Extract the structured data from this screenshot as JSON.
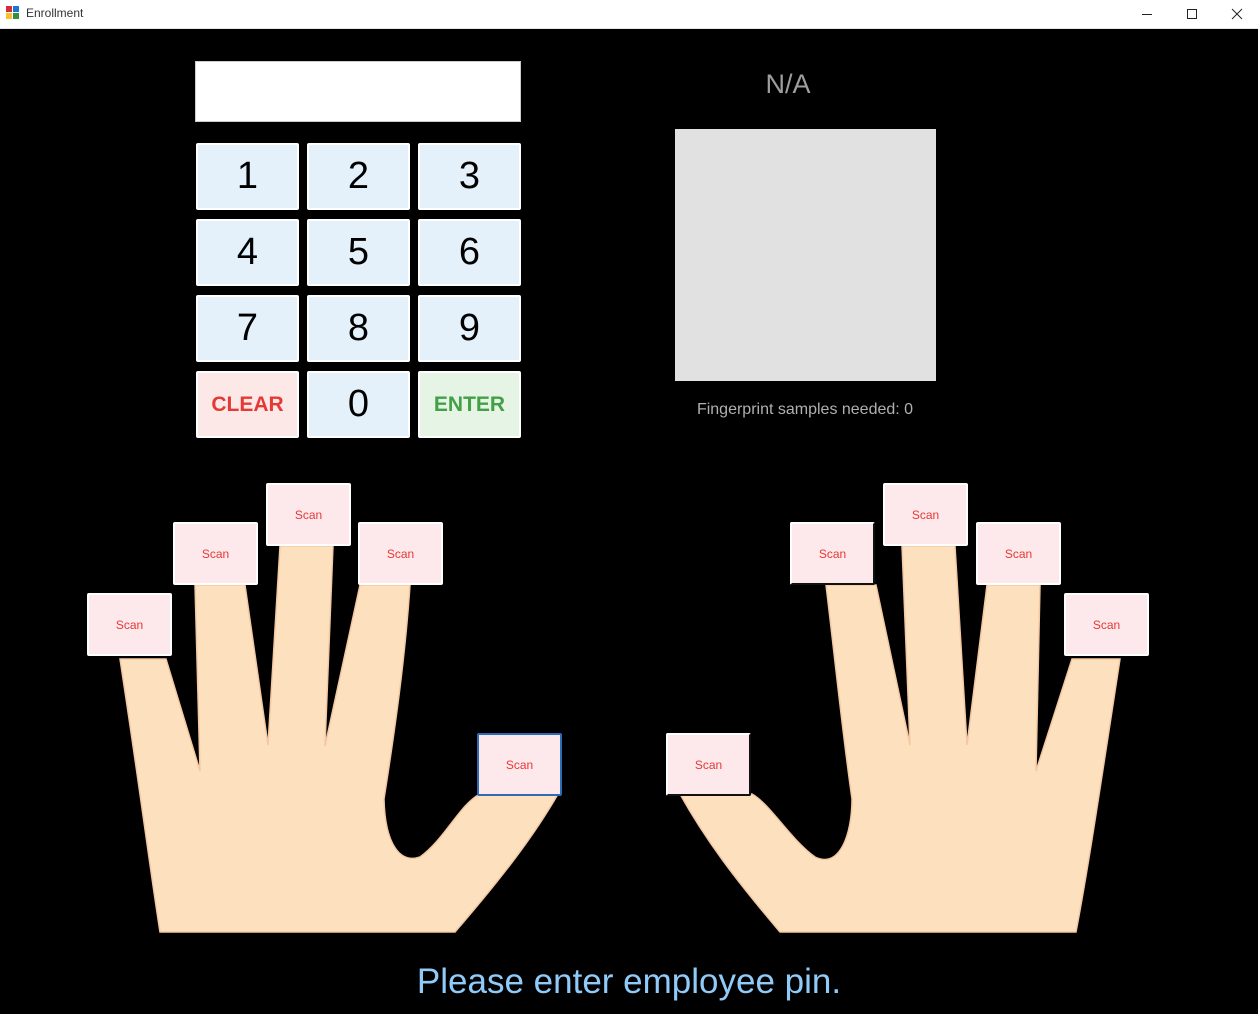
{
  "window": {
    "title": "Enrollment",
    "controls": {
      "minimize": "—",
      "maximize": "☐",
      "close": "✕"
    },
    "icon": "app-icon"
  },
  "keypad": {
    "pin_value": "",
    "keys": [
      "1",
      "2",
      "3",
      "4",
      "5",
      "6",
      "7",
      "8",
      "9",
      "CLEAR",
      "0",
      "ENTER"
    ]
  },
  "employee": {
    "name": "N/A"
  },
  "fingerprint": {
    "status": "Fingerprint samples needed: 0"
  },
  "fingers": {
    "left_pinky": "Scan",
    "left_ring": "Scan",
    "left_middle": "Scan",
    "left_index": "Scan",
    "left_thumb": "Scan",
    "right_thumb": "Scan",
    "right_index": "Scan",
    "right_middle": "Scan",
    "right_ring": "Scan",
    "right_pinky": "Scan"
  },
  "message": "Please enter employee pin.",
  "colors": {
    "background": "#000000",
    "key": "#e4f1fb",
    "clear": "#e53935",
    "enter": "#43a047",
    "skin": "#fde0bd",
    "scan_bg": "#fde8ec",
    "scan_text": "#e53935",
    "status_text": "#90caf9"
  }
}
